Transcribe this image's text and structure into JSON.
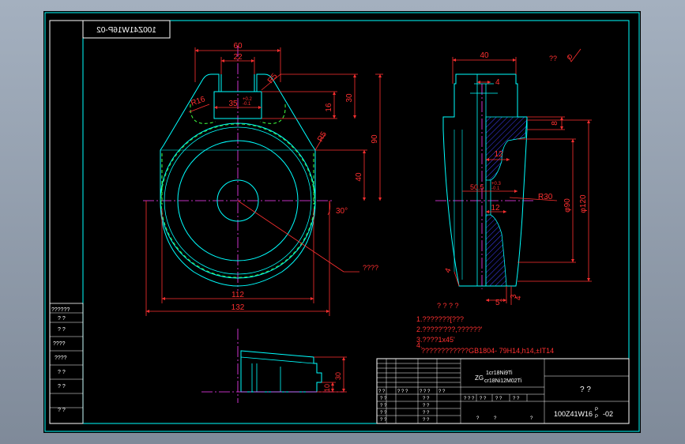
{
  "colors": {
    "background": "#000000",
    "frame": "#ffffff",
    "border": "#00ffff",
    "outline": "#00ffff",
    "dimension": "#ff3030",
    "centerline": "#ff40ff",
    "hidden": "#40ff40",
    "hatch": "#4040ff",
    "text": "#ffffff",
    "viewport": "#8e9aaa"
  },
  "stamp": {
    "text": "100Z41W16P-02"
  },
  "front_view": {
    "dims": {
      "d60": "60",
      "d22": "22",
      "d35": "35",
      "tol_up": "+0.2",
      "tol_dn": "-0.1",
      "r5_top": "R5",
      "r16": "R16",
      "d16": "16",
      "d30": "30",
      "d90": "90",
      "d40": "40",
      "r5_side": "R5",
      "d112": "112",
      "d132": "132",
      "a30": "30°"
    },
    "leader_label": "????"
  },
  "side_view": {
    "dims": {
      "d40": "40",
      "d4": "4",
      "d8": "8",
      "d12": "12",
      "d50": "50.5",
      "tol_up": "+0.3",
      "tol_dn": "-0.1",
      "r30": "R30",
      "phi120": "φ120",
      "phi90": "φ90",
      "d12b": "12",
      "a5": "5°",
      "d4b": "4",
      "d3": "3",
      "d4c": "4"
    }
  },
  "roughness": {
    "label": "??"
  },
  "bottom_view": {
    "dims": {
      "d10": "10",
      "d30": "30"
    }
  },
  "notes": {
    "heading": "? ? ? ?",
    "lines": [
      "1.???????[???",
      "2.?????'???,??????'",
      "3.????1x45'",
      "4.",
      "????????????GB1804- 79H14,h14,±IT14"
    ]
  },
  "revision_block": {
    "rows": [
      "??????",
      "?  ?",
      "?  ?",
      "????",
      "????",
      "?  ?",
      "?  ?",
      "?  ?"
    ]
  },
  "title_block": {
    "material_prefix": "ZG",
    "material_top": "1cr18Ni9Ti",
    "material_bottom": "cr18Ni12M02Ti",
    "drawing_name": "?   ?",
    "drawing_number_main": "100Z41W16",
    "drawing_number_sup": "P",
    "drawing_number_sub": "P",
    "drawing_number_suffix": "-02",
    "sign_headers": [
      "? ?",
      "? ? ?",
      "? ? ?",
      "? ?"
    ],
    "scale_labels": [
      "? ? ?",
      "? ?",
      "? ?",
      "? ?"
    ],
    "weight_labels": [
      "?",
      "?",
      "?"
    ],
    "sign_rows_left": [
      "? ?",
      "? ?",
      "? ?",
      "? ?"
    ],
    "sign_rows_mid": [
      "? ?",
      "? ?",
      "? ?",
      "? ?"
    ]
  }
}
